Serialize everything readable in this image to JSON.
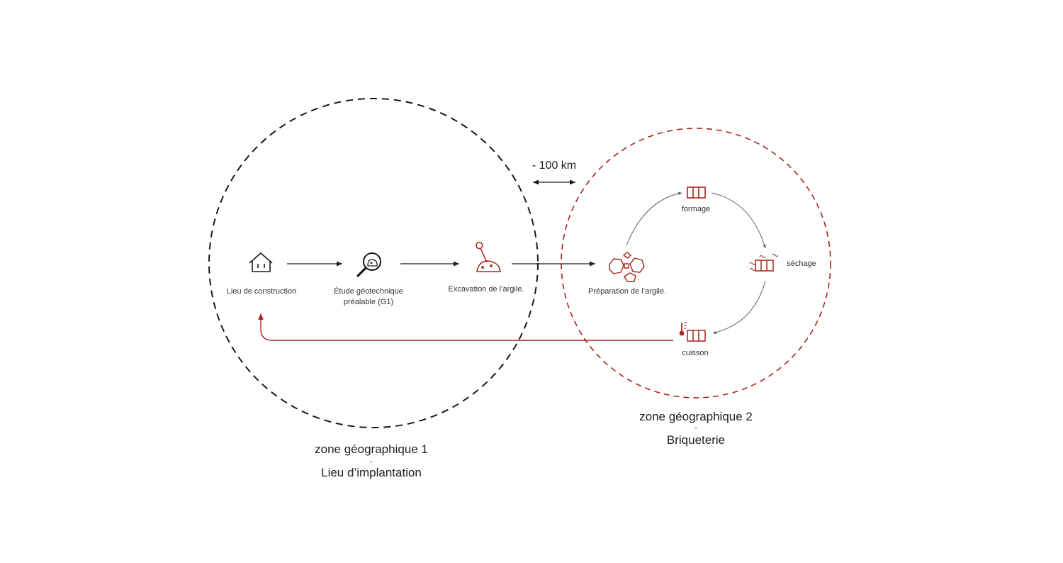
{
  "colors": {
    "dark": "#1a1a1a",
    "accent": "#a8231c",
    "text": "#333333"
  },
  "distance": {
    "label": "- 100 km"
  },
  "zones": [
    {
      "title": "zone géographique 1",
      "separator": "-",
      "subtitle": "Lieu d’implantation",
      "color": "#1a1a1a"
    },
    {
      "title": "zone géographique 2",
      "separator": "-",
      "subtitle": "Briqueterie",
      "color": "#a8231c"
    }
  ],
  "steps": {
    "construction": {
      "label": "Lieu de construction",
      "icon": "house-icon"
    },
    "etude": {
      "label_line1": "Étude géotechnique",
      "label_line2": "préalable (G1)",
      "icon": "magnifier-icon"
    },
    "excavation": {
      "label": "Excavation de l’argile.",
      "icon": "shovel-icon"
    },
    "preparation": {
      "label": "Préparation de l’argile.",
      "icon": "clay-clods-icon"
    },
    "formage": {
      "label": "formage",
      "icon": "brick-icon"
    },
    "sechage": {
      "label": "séchage",
      "icon": "drying-brick-icon"
    },
    "cuisson": {
      "label": "cuisson",
      "icon": "firing-brick-icon"
    }
  }
}
